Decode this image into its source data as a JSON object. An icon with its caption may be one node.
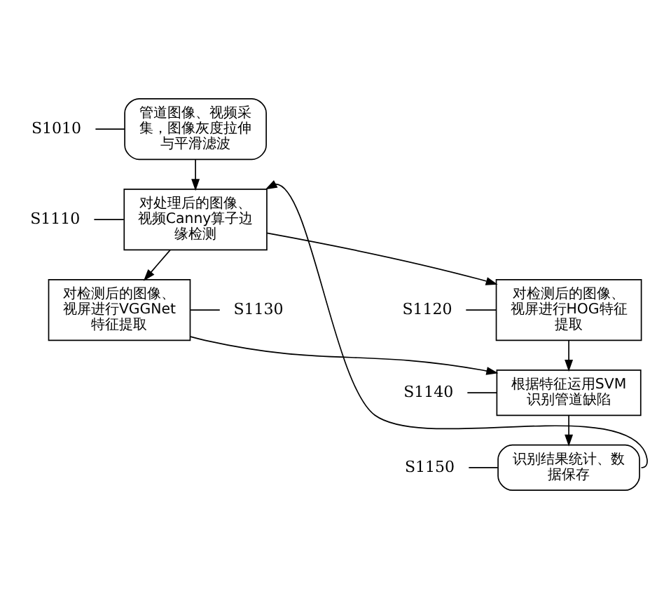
{
  "diagram": {
    "nodes": [
      {
        "text": [
          "管道图像、视频采集，图像灰度拉伸与平滑滤波"
        ]
      },
      {
        "text": [
          "对处理后的图像、视频Canny算子边缘检测"
        ]
      },
      {
        "text": [
          "对检测后的图像、视屏进行HOG特征提取"
        ]
      },
      {
        "text": [
          "对检测后的图像、视屏进行VGGNet特征提取"
        ]
      },
      {
        "text": [
          "根据特征运用SVM识别管道缺陷"
        ]
      },
      {
        "text": [
          "识别结果统计、数据保存"
        ]
      },
      {
        "text": [
          "S1010"
        ]
      },
      {
        "text": [
          "S1110"
        ]
      },
      {
        "text": [
          "S1120"
        ]
      },
      {
        "text": [
          "S1130"
        ]
      },
      {
        "text": [
          "S1140"
        ]
      },
      {
        "text": [
          "S1150"
        ]
      }
    ],
    "edges": [
      {
        "from": 0,
        "to": 1,
        "arrow": "to"
      },
      {
        "from": 1,
        "to": 2,
        "arrow": "to"
      },
      {
        "from": 1,
        "to": 3,
        "arrow": "to"
      },
      {
        "from": 2,
        "to": 4,
        "arrow": "to"
      },
      {
        "from": 3,
        "to": 4,
        "arrow": "to"
      },
      {
        "from": 4,
        "to": 5,
        "arrow": "to"
      },
      {
        "from": 5,
        "to": 1,
        "arrow": "to"
      },
      {
        "from": 6,
        "to": 0,
        "arrow": "none"
      },
      {
        "from": 7,
        "to": 1,
        "arrow": "none"
      },
      {
        "from": 8,
        "to": 2,
        "arrow": "none"
      },
      {
        "from": 3,
        "to": 9,
        "arrow": "none"
      },
      {
        "from": 10,
        "to": 4,
        "arrow": "none"
      },
      {
        "from": 11,
        "to": 5,
        "arrow": "none"
      }
    ]
  }
}
